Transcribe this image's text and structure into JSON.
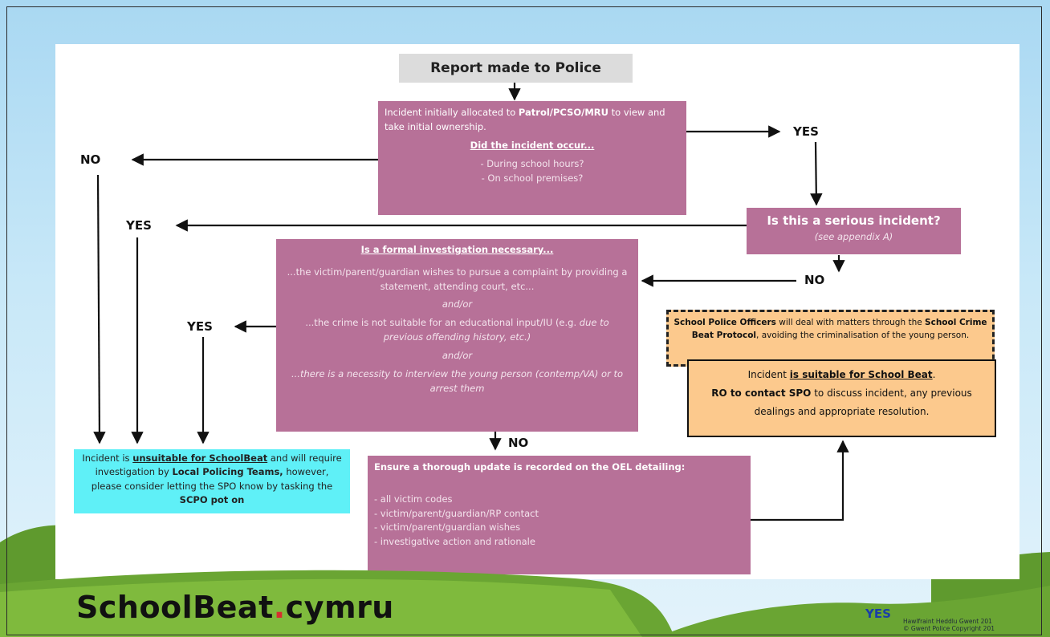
{
  "report_box": "Report made to Police",
  "allocated": {
    "pre": "Incident initially allocated to ",
    "bold": "Patrol/PCSO/MRU",
    "post": " to view and take initial ownership.",
    "question": "Did the incident occur...",
    "item1": "- During school hours?",
    "item2": "- On school premises?"
  },
  "labels": {
    "no_left": "NO",
    "yes_right": "YES",
    "yes_left": "YES",
    "no_serious": "NO",
    "yes_formal": "YES",
    "no_formal": "NO"
  },
  "serious": {
    "title": "Is this a serious incident?",
    "note": "(see appendix A)"
  },
  "formal": {
    "title": "Is a formal investigation necessary...",
    "p1": "...the victim/parent/guardian wishes to pursue a complaint by providing a statement, attending court, etc...",
    "andor1": "and/or",
    "p2a": "...the crime is not suitable for an educational input/IU (e.g. ",
    "p2b": "due to previous offending history, etc.)",
    "andor2": "and/or",
    "p3": "...there is a necessity to interview the young person (contemp/VA) or to arrest them"
  },
  "spo_note": {
    "b1": "School Police Officers",
    "t1": " will deal with matters through the ",
    "b2": "School Crime Beat Protocol",
    "t2": ", avoiding the criminalisation of the young person."
  },
  "suitable": {
    "pre": "Incident ",
    "bold": "is suitable for School Beat",
    "end": ".",
    "b2": "RO to contact SPO",
    "t2": " to discuss incident, any previous dealings and appropriate resolution."
  },
  "unsuitable": {
    "t1": "Incident is ",
    "b1": "unsuitable for SchoolBeat",
    "t2": " and will require investigation by ",
    "b2": "Local Policing Teams,",
    "t3": " however, please consider letting the SPO know by tasking the ",
    "b3": "SCPO pot on"
  },
  "ensure": {
    "title": "Ensure a thorough update is recorded on the OEL detailing:",
    "item1": "- all victim codes",
    "item2": "- victim/parent/guardian/RP contact",
    "item3": "- victim/parent/guardian wishes",
    "item4": "- investigative action and rationale"
  },
  "footer": {
    "brand_a": "SchoolBeat",
    "brand_dot": ".",
    "brand_b": "cymru",
    "yes": "YES",
    "copy1": "Hawlfraint Heddlu Gwent 201",
    "copy2": "© Gwent Police Copyright 201"
  },
  "colors": {
    "pink": "#b77198",
    "cyan": "#5ff0f7",
    "orange": "#fcc98d",
    "grey": "#dcdcdc",
    "hills": "#6aa533"
  }
}
